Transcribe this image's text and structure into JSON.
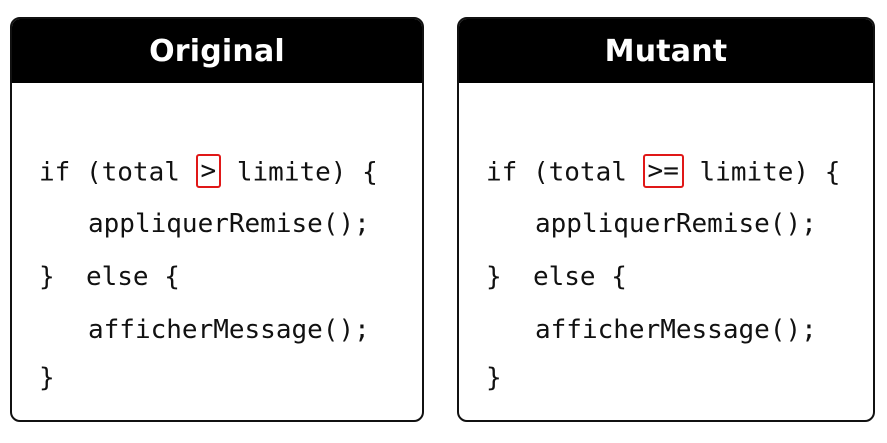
{
  "panels": [
    {
      "title": "Original",
      "code": {
        "line1_pre": "if (total ",
        "operator": ">",
        "line1_post": " limite) {",
        "line2": "appliquerRemise();",
        "line3": "}  else {",
        "line4": "afficherMessage();",
        "line5": "}"
      }
    },
    {
      "title": "Mutant",
      "code": {
        "line1_pre": "if (total ",
        "operator": ">=",
        "line1_post": " limite) {",
        "line2": "appliquerRemise();",
        "line3": "}  else {",
        "line4": "afficherMessage();",
        "line5": "}"
      }
    }
  ],
  "colors": {
    "header_bg": "#000000",
    "header_text": "#ffffff",
    "highlight_border": "#e01818",
    "code_text": "#111111"
  }
}
